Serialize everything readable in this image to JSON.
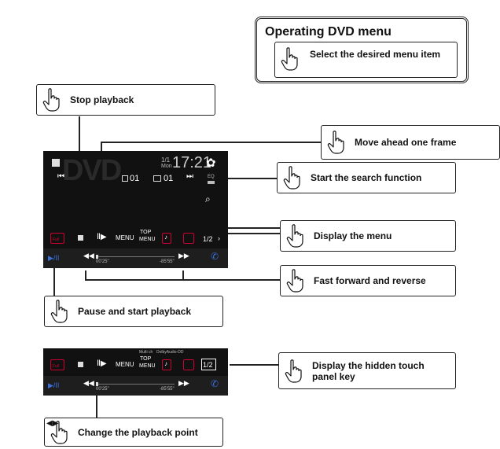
{
  "dvd_menu": {
    "title": "Operating DVD menu",
    "item": "Select the desired menu item"
  },
  "callouts": {
    "stop": "Stop playback",
    "move_ahead": "Move ahead one frame",
    "search": "Start the search function",
    "display_menu": "Display the menu",
    "fast_forward": "Fast forward and reverse",
    "pause": "Pause and start playback",
    "hidden_key": "Display the hidden touch panel key",
    "playback_point": "Change the playback point"
  },
  "screen1": {
    "logo": "DVD",
    "date_day": "1/1",
    "date_dow": "Mon",
    "time": "17:21",
    "chapter": "01",
    "title_num": "01",
    "eq": "EQ",
    "menu": "MENU",
    "top": "TOP",
    "top_menu": "MENU",
    "page": "1/2",
    "elapsed": "00'25\"",
    "remaining": "-85'55\"",
    "full_label": "Full"
  },
  "screen2": {
    "multich": "Multi ch",
    "dolby": "DolbyAudio-DD",
    "menu": "MENU",
    "top": "TOP",
    "top_menu": "MENU",
    "page": "1/2",
    "elapsed": "00'25\"",
    "remaining": "-85'55\"",
    "full_label": "Full"
  },
  "colors": {
    "screen_bg": "#111111",
    "accent_blue": "#3b6fd8",
    "accent_red": "#cc1133"
  }
}
